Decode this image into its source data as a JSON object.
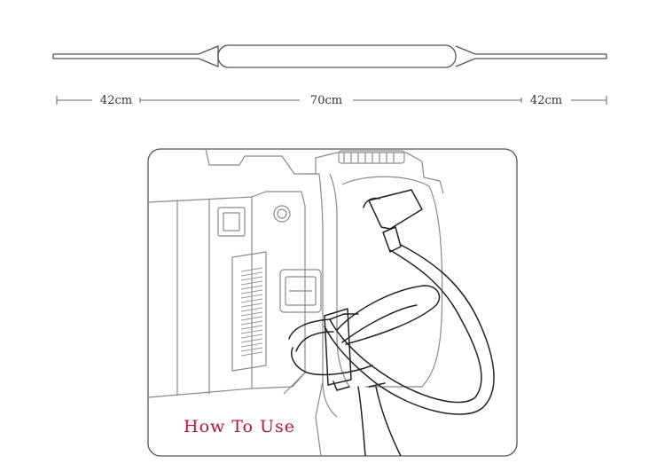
{
  "dimensions": {
    "left": "42cm",
    "center": "70cm",
    "right": "42cm"
  },
  "caption": {
    "text": "How To Use"
  },
  "colors": {
    "line": "#555555",
    "caption": "#c0103a",
    "background": "#ffffff"
  }
}
